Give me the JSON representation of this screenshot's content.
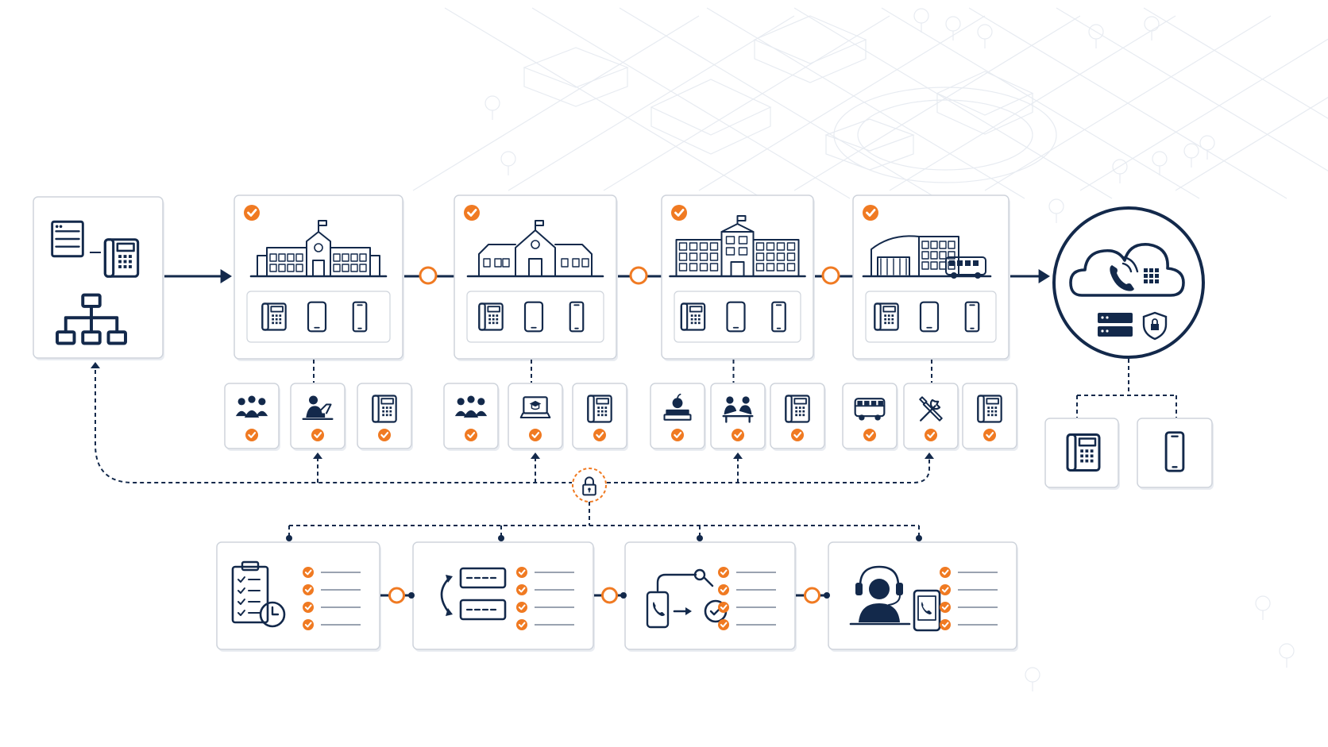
{
  "colors": {
    "navy": "#13294b",
    "orange": "#f07a22",
    "card_border": "#cfd4dc",
    "card_fill": "#ffffff",
    "background_sketch": "#e7ebf1"
  },
  "diagram": {
    "source": {
      "icons": [
        "server-icon",
        "desk-phone-icon",
        "org-chart-icon"
      ]
    },
    "sites": [
      {
        "building_icon": "school-campus-icon",
        "verified": true,
        "devices": [
          "desk-phone-icon",
          "tablet-icon",
          "mobile-phone-icon"
        ],
        "roles": [
          {
            "icon": "group-icon",
            "verified": true
          },
          {
            "icon": "office-worker-icon",
            "verified": true
          },
          {
            "icon": "desk-phone-icon",
            "verified": true
          }
        ]
      },
      {
        "building_icon": "elementary-school-icon",
        "verified": true,
        "devices": [
          "desk-phone-icon",
          "tablet-icon",
          "mobile-phone-icon"
        ],
        "roles": [
          {
            "icon": "group-icon",
            "verified": true
          },
          {
            "icon": "online-learning-icon",
            "verified": true
          },
          {
            "icon": "desk-phone-icon",
            "verified": true
          }
        ]
      },
      {
        "building_icon": "high-school-icon",
        "verified": true,
        "devices": [
          "desk-phone-icon",
          "tablet-icon",
          "mobile-phone-icon"
        ],
        "roles": [
          {
            "icon": "books-apple-icon",
            "verified": true
          },
          {
            "icon": "meeting-icon",
            "verified": true
          },
          {
            "icon": "desk-phone-icon",
            "verified": true
          }
        ]
      },
      {
        "building_icon": "transport-depot-icon",
        "verified": true,
        "devices": [
          "desk-phone-icon",
          "tablet-icon",
          "mobile-phone-icon"
        ],
        "roles": [
          {
            "icon": "bus-icon",
            "verified": true
          },
          {
            "icon": "tools-icon",
            "verified": true
          },
          {
            "icon": "desk-phone-icon",
            "verified": true
          }
        ]
      }
    ],
    "cloud": {
      "icons": [
        "cloud-phone-icon",
        "server-icon",
        "security-shield-icon"
      ],
      "endpoints": [
        "desk-phone-icon",
        "mobile-phone-icon"
      ]
    },
    "security_hub": {
      "icon": "lock-icon"
    },
    "processes": [
      {
        "icon": "checklist-schedule-icon",
        "checked_items": 4
      },
      {
        "icon": "call-routing-icon",
        "checked_items": 4
      },
      {
        "icon": "call-flow-icon",
        "checked_items": 4
      },
      {
        "icon": "support-agent-icon",
        "checked_items": 4
      }
    ]
  }
}
